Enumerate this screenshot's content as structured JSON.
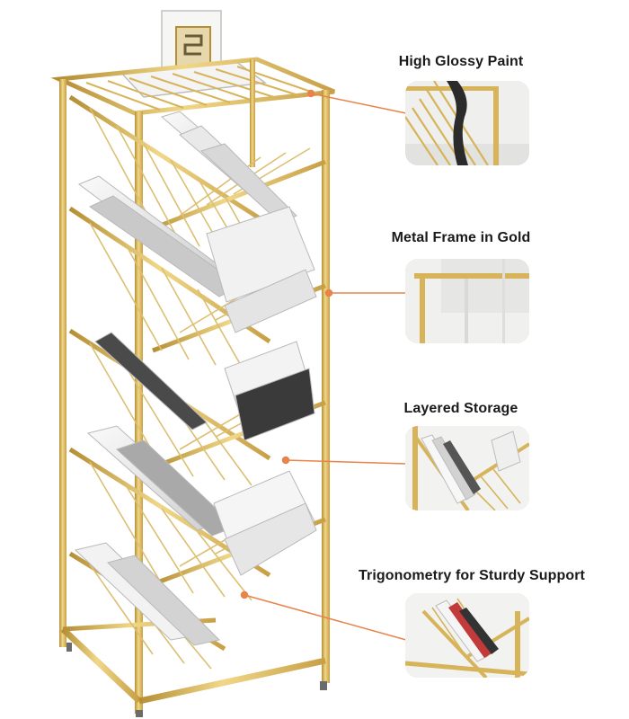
{
  "features": [
    {
      "label": "High Glossy Paint"
    },
    {
      "label": "Metal Frame in Gold"
    },
    {
      "label": "Layered Storage"
    },
    {
      "label": "Trigonometry for Sturdy Support"
    }
  ],
  "colors": {
    "gold": "#d7b45a",
    "gold_dark": "#b58e34",
    "leader_orange": "#e8834a",
    "book_white": "#f3f3f1",
    "book_grey": "#9a9a9a",
    "background": "#ffffff"
  },
  "icons": [
    "decor-cube-icon"
  ]
}
